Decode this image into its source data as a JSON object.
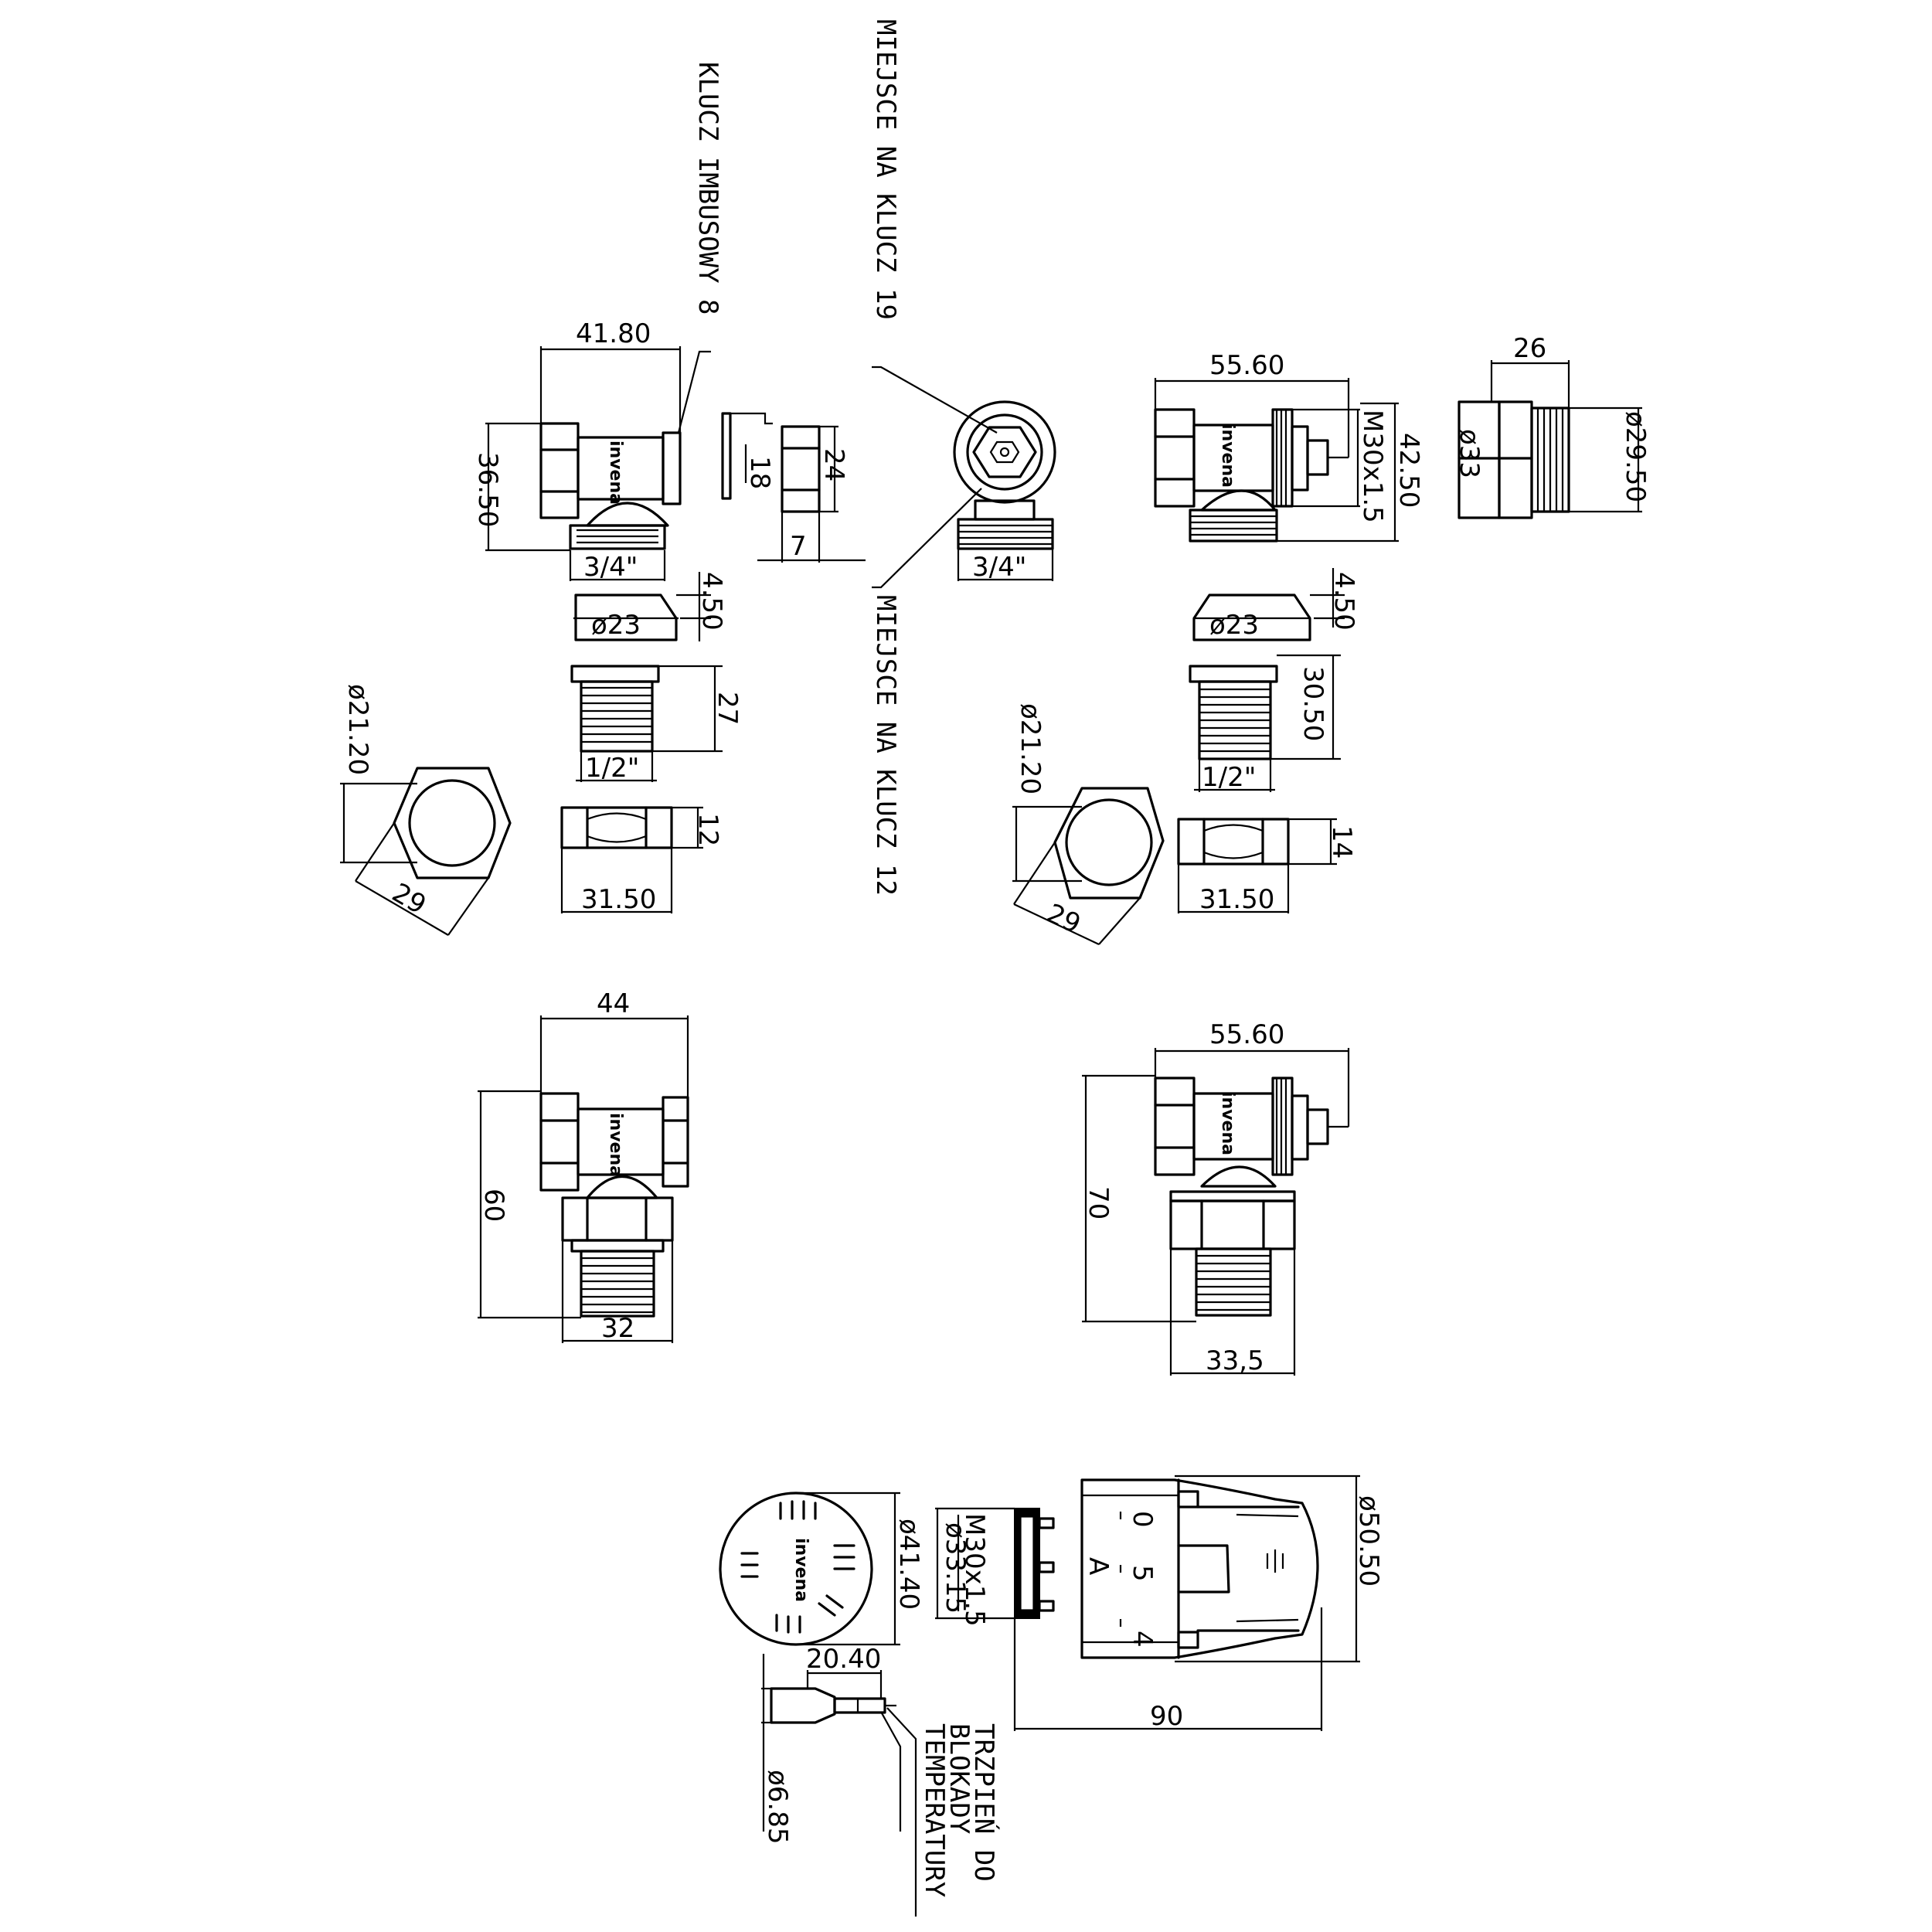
{
  "labels": {
    "klucz_imbusowy": "KLUCZ IMBUSOWY 8",
    "miejsce_klucz_19": "MIEJSCE NA KLUCZ 19",
    "miejsce_klucz_12": "MIEJSCE NA KLUCZ 12",
    "trzpien_1": "TRZPIEŃ DO",
    "trzpien_2": "BLOKADY",
    "trzpien_3": "TEMPERATURY",
    "brand": "invena"
  },
  "dims": {
    "d41_80": "41.80",
    "d36_50": "36.50",
    "d18": "18",
    "d24": "24",
    "d7": "7",
    "thread_34_a": "3/4\"",
    "d4_50_a": "4.50",
    "d23_a": "ø23",
    "d27": "27",
    "thread_12_a": "1/2\"",
    "d21_20_a": "ø21.20",
    "d29_a": "29",
    "d12": "12",
    "d31_50_a": "31.50",
    "thread_34_b": "3/4\"",
    "d55_60_a": "55.60",
    "m30_a": "M30x1.5",
    "d42_50": "42.50",
    "d26": "26",
    "d33": "ø33",
    "d29_50": "ø29.50",
    "d4_50_b": "4.50",
    "d23_b": "ø23",
    "d30_50": "30.50",
    "thread_12_b": "1/2\"",
    "d21_20_b": "ø21.20",
    "d29_b": "29",
    "d14": "14",
    "d31_50_b": "31.50",
    "d44": "44",
    "d60": "60",
    "d32": "32",
    "d55_60_b": "55.60",
    "d70": "70",
    "d33_5": "33,5",
    "d41_40": "ø41.40",
    "m30_b": "M30x1.5",
    "d33_15": "ø33.15",
    "d50_50": "ø50.50",
    "d90": "90",
    "d20_40": "20.40",
    "d6_85": "ø6.85",
    "dial_0": "0",
    "dial_5": "5",
    "dial_4": "4",
    "dial_A": "A"
  }
}
